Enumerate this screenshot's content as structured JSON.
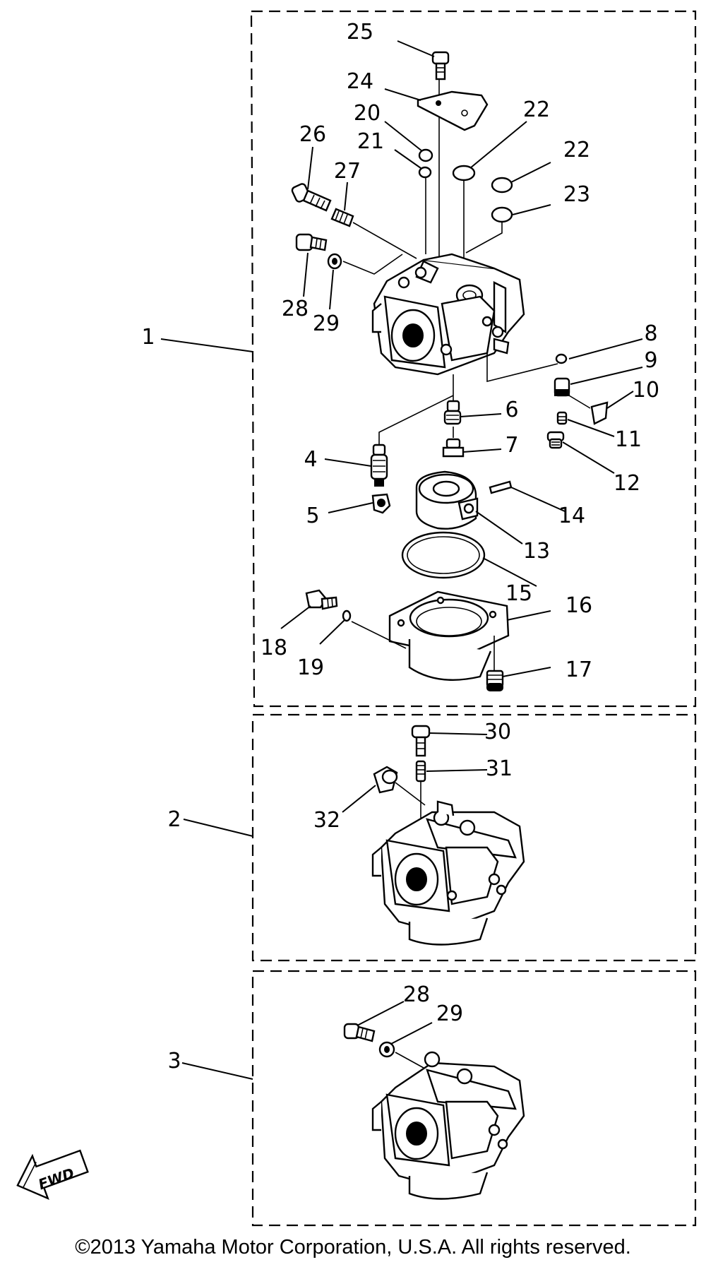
{
  "callouts": [
    "25",
    "24",
    "20",
    "22",
    "21",
    "22",
    "26",
    "27",
    "23",
    "28",
    "29",
    "1",
    "8",
    "9",
    "10",
    "6",
    "11",
    "7",
    "4",
    "12",
    "14",
    "5",
    "13",
    "15",
    "16",
    "18",
    "19",
    "17",
    "30",
    "31",
    "2",
    "32",
    "28",
    "29",
    "3"
  ],
  "fwd_label": "FWD",
  "copyright": "©2013 Yamaha Motor Corporation, U.S.A. All rights reserved."
}
